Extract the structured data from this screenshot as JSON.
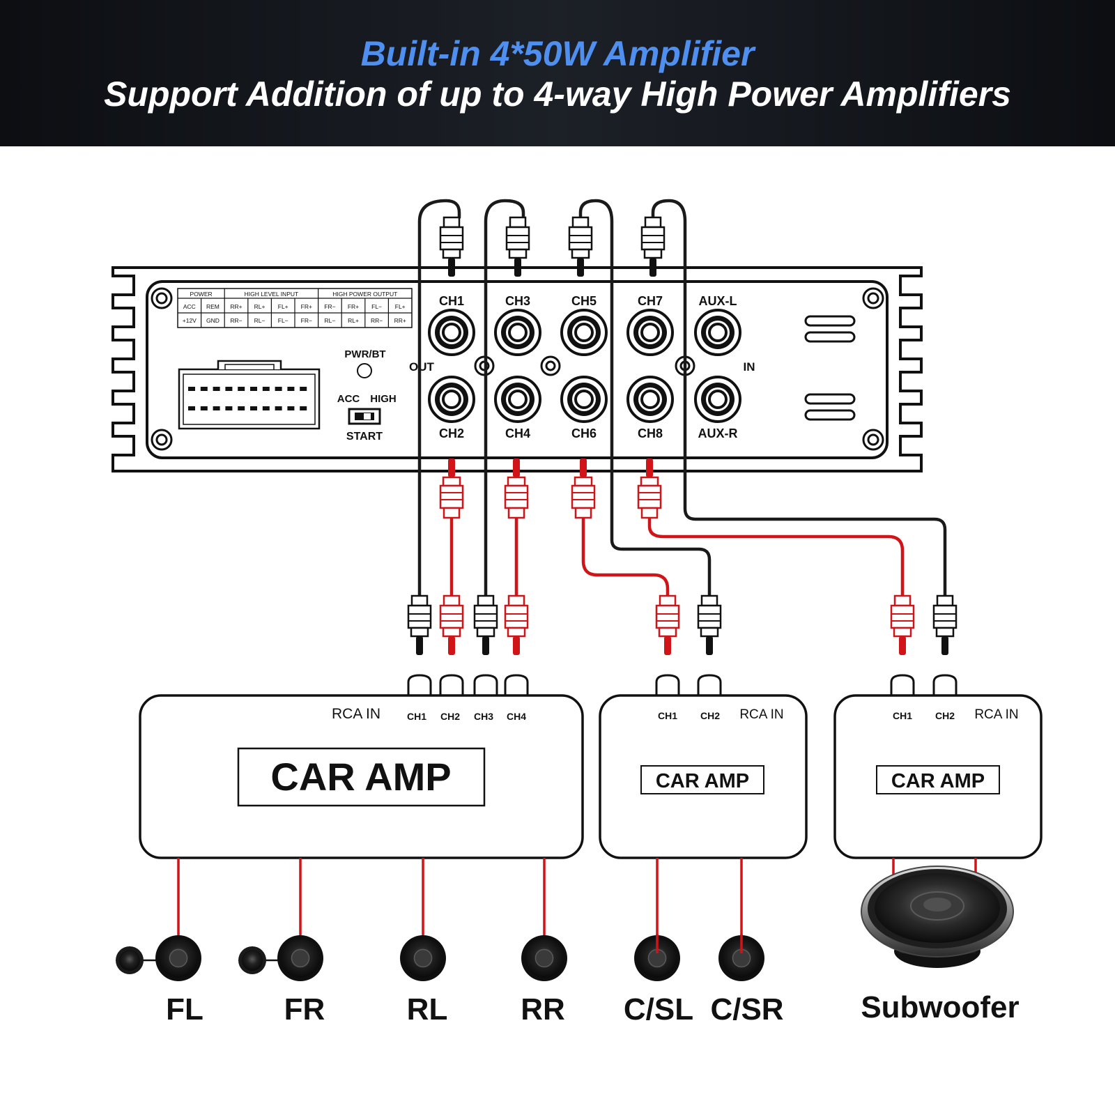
{
  "header": {
    "title": "Built-in 4*50W Amplifier",
    "subtitle": "Support Addition of up to 4-way High Power Amplifiers"
  },
  "colors": {
    "banner_bg": "#14171c",
    "title_accent": "#4f8ff0",
    "wire_black": "#1a1a1a",
    "wire_red": "#d01418"
  },
  "head_unit": {
    "terminal_table": {
      "groups": [
        "POWER",
        "HIGH LEVEL INPUT",
        "HIGH POWER OUTPUT"
      ],
      "row1": [
        "ACC",
        "REM",
        "RR+",
        "RL+",
        "FL+",
        "FR+",
        "FR−",
        "FR+",
        "FL−",
        "FL+"
      ],
      "row2": [
        "+12V",
        "GND",
        "RR−",
        "RL−",
        "FL−",
        "FR−",
        "RL−",
        "RL+",
        "RR−",
        "RR+"
      ]
    },
    "pwr_bt": "PWR/BT",
    "switch_left": "ACC",
    "switch_right": "HIGH",
    "switch_bottom": "START",
    "out_label": "OUT",
    "in_label": "IN",
    "top_jacks": [
      "CH1",
      "CH3",
      "CH5",
      "CH7",
      "AUX-L"
    ],
    "bottom_jacks": [
      "CH2",
      "CH4",
      "CH6",
      "CH8",
      "AUX-R"
    ]
  },
  "amps": [
    {
      "name": "CAR AMP",
      "rca_label": "RCA IN",
      "channels": [
        "CH1",
        "CH2",
        "CH3",
        "CH4"
      ]
    },
    {
      "name": "CAR AMP",
      "rca_label": "RCA IN",
      "channels": [
        "CH1",
        "CH2"
      ]
    },
    {
      "name": "CAR AMP",
      "rca_label": "RCA IN",
      "channels": [
        "CH1",
        "CH2"
      ]
    }
  ],
  "speakers": [
    "FL",
    "FR",
    "RL",
    "RR",
    "C/SL",
    "C/SR",
    "Subwoofer"
  ]
}
